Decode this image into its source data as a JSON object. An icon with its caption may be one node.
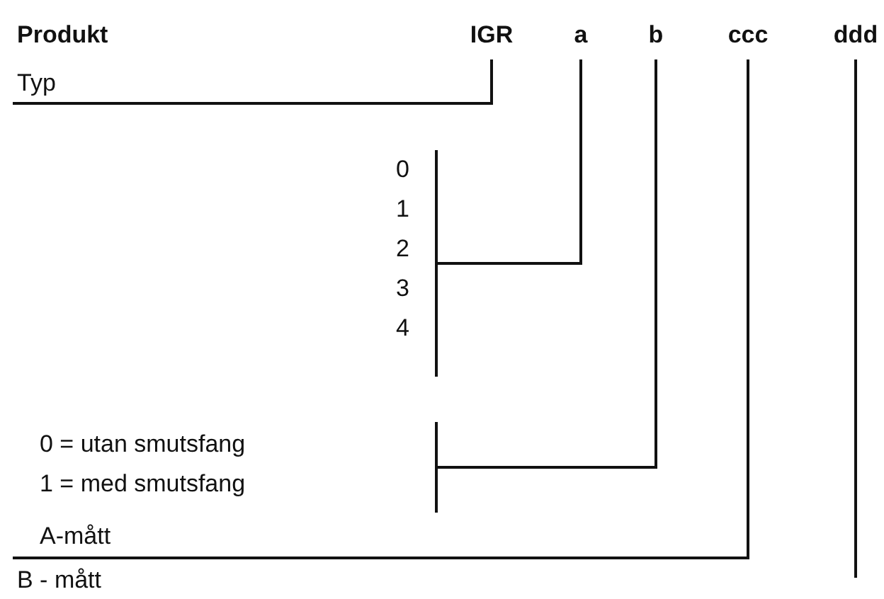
{
  "diagram": {
    "nodes": [
      {
        "text": [
          "IGR"
        ]
      },
      {
        "text": [
          "a"
        ]
      },
      {
        "text": [
          "b"
        ]
      },
      {
        "text": [
          "ccc"
        ]
      },
      {
        "text": [
          "ddd"
        ]
      },
      {
        "text": [
          "Typ"
        ]
      },
      {
        "text": [
          "0",
          "1",
          "2",
          "3",
          "4"
        ]
      },
      {
        "text": [
          "0 = utan smutsfang",
          "1 = med smutsfang"
        ]
      },
      {
        "text": [
          "A-mått"
        ]
      }
    ],
    "edges": [
      {
        "from": 0,
        "to": 5,
        "arrow": "none"
      },
      {
        "from": 1,
        "to": 6,
        "arrow": "none"
      },
      {
        "from": 2,
        "to": 7,
        "arrow": "none"
      },
      {
        "from": 3,
        "to": 8,
        "arrow": "none"
      },
      {
        "from": 4,
        "to": null,
        "arrow": "none"
      }
    ],
    "labels": [
      "Produkt",
      "B - mått"
    ]
  }
}
